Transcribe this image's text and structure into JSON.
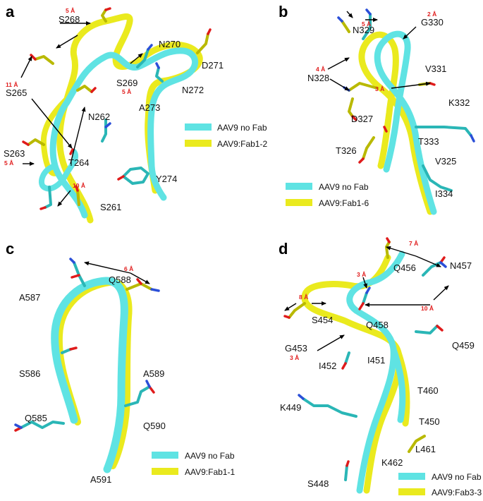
{
  "panels": {
    "a": {
      "label": "a",
      "residues": [
        "S268",
        "N270",
        "D271",
        "S265",
        "S269",
        "N272",
        "A273",
        "N262",
        "S263",
        "T264",
        "Y274",
        "S261"
      ],
      "distances": [
        "5 Å",
        "11 Å",
        "5 Å",
        "5 Å",
        "10 Å"
      ],
      "legend": [
        "AAV9 no Fab",
        "AAV9:Fab1-2"
      ]
    },
    "b": {
      "label": "b",
      "residues": [
        "N329",
        "G330",
        "N328",
        "V331",
        "K332",
        "D327",
        "T333",
        "T326",
        "V325",
        "I334"
      ],
      "distances": [
        "5 Å",
        "2 Å",
        "4 Å",
        "3 Å"
      ],
      "legend": [
        "AAV9 no Fab",
        "AAV9:Fab1-6"
      ]
    },
    "c": {
      "label": "c",
      "residues": [
        "Q588",
        "A587",
        "S586",
        "A589",
        "Q585",
        "Q590",
        "A591"
      ],
      "distances": [
        "6 Å"
      ],
      "legend": [
        "AAV9 no Fab",
        "AAV9:Fab1-1"
      ]
    },
    "d": {
      "label": "d",
      "residues": [
        "Q456",
        "N457",
        "S454",
        "Q458",
        "G453",
        "I452",
        "I451",
        "Q459",
        "T460",
        "K449",
        "T450",
        "L461",
        "K462",
        "S448"
      ],
      "distances": [
        "7 Å",
        "3 Å",
        "8 Å",
        "10 Å",
        "3 Å"
      ],
      "legend": [
        "AAV9 no Fab",
        "AAV9:Fab3-3"
      ]
    }
  },
  "colors": {
    "no_fab": "#5fe3e3",
    "with_fab": "#eaea1e",
    "distance_text": "#e01b1b",
    "oxygen": "#e01b1b",
    "nitrogen": "#2b4fd8"
  }
}
